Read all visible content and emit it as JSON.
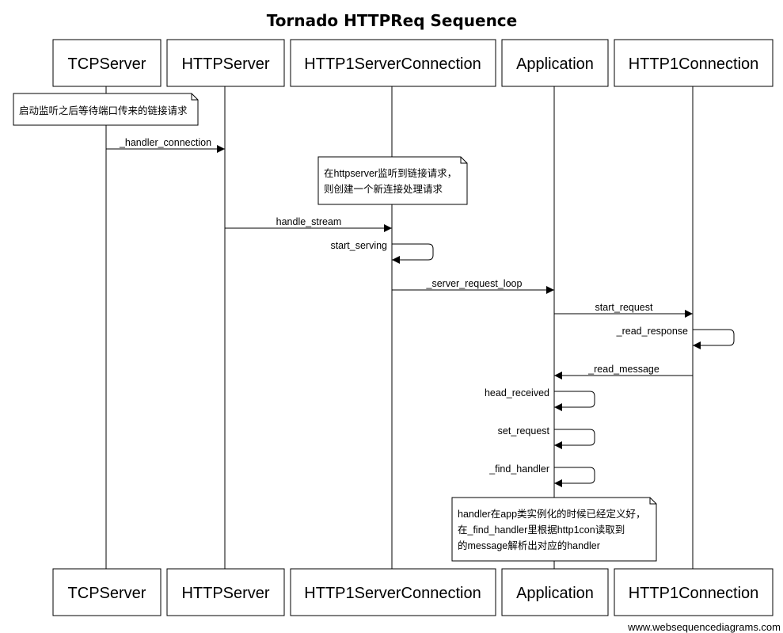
{
  "title": "Tornado HTTPReq Sequence",
  "actors": [
    {
      "id": "tcp",
      "label": "TCPServer"
    },
    {
      "id": "http",
      "label": "HTTPServer"
    },
    {
      "id": "h1s",
      "label": "HTTP1ServerConnection"
    },
    {
      "id": "app",
      "label": "Application"
    },
    {
      "id": "h1c",
      "label": "HTTP1Connection"
    }
  ],
  "notes": [
    {
      "id": "note-listen",
      "lines": [
        "启动监听之后等待端口传来的链接请求"
      ]
    },
    {
      "id": "note-httpserver",
      "lines": [
        "在httpserver监听到链接请求，",
        "则创建一个新连接处理请求"
      ]
    },
    {
      "id": "note-handler",
      "lines": [
        "handler在app类实例化的时候已经定义好，",
        "在_find_handler里根据http1con读取到",
        "的message解析出对应的handler"
      ]
    }
  ],
  "messages": [
    {
      "id": "m1",
      "from": "tcp",
      "to": "http",
      "label": "_handler_connection"
    },
    {
      "id": "m2",
      "from": "http",
      "to": "h1s",
      "label": "handle_stream"
    },
    {
      "id": "m3",
      "from": "h1s",
      "to": "h1s",
      "label": "start_serving"
    },
    {
      "id": "m4",
      "from": "h1s",
      "to": "app",
      "label": "_server_request_loop"
    },
    {
      "id": "m5",
      "from": "app",
      "to": "h1c",
      "label": "start_request"
    },
    {
      "id": "m6",
      "from": "h1c",
      "to": "h1c",
      "label": "_read_response"
    },
    {
      "id": "m7",
      "from": "h1c",
      "to": "app",
      "label": "_read_message"
    },
    {
      "id": "m8",
      "from": "app",
      "to": "app",
      "label": "head_received"
    },
    {
      "id": "m9",
      "from": "app",
      "to": "app",
      "label": "set_request"
    },
    {
      "id": "m10",
      "from": "app",
      "to": "app",
      "label": "_find_handler"
    }
  ],
  "footer": "www.websequencediagrams.com"
}
